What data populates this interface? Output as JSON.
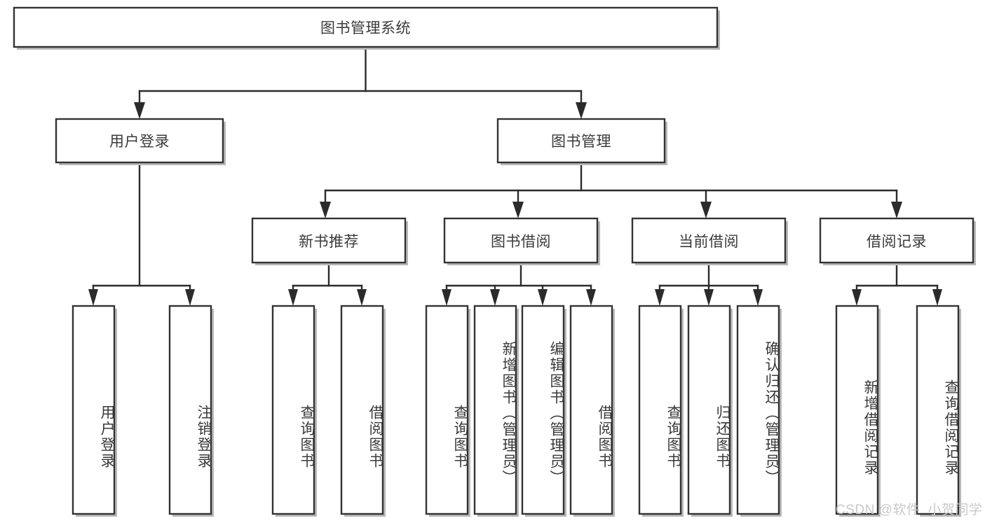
{
  "diagram": {
    "title_node": {
      "label": "图书管理系统"
    },
    "level2": [
      {
        "id": "user-login",
        "label": "用户登录"
      },
      {
        "id": "book-manage",
        "label": "图书管理"
      }
    ],
    "level3": [
      {
        "id": "new-book-recommend",
        "label": "新书推荐"
      },
      {
        "id": "book-borrow",
        "label": "图书借阅"
      },
      {
        "id": "current-borrow",
        "label": "当前借阅"
      },
      {
        "id": "borrow-record",
        "label": "借阅记录"
      }
    ],
    "leaves": [
      {
        "id": "leaf-user-login",
        "label": "用户登录"
      },
      {
        "id": "leaf-logout-login",
        "label": "注销登录"
      },
      {
        "id": "leaf-query-book-1",
        "label": "查询图书"
      },
      {
        "id": "leaf-borrow-book-1",
        "label": "借阅图书"
      },
      {
        "id": "leaf-query-book-2",
        "label": "查询图书"
      },
      {
        "id": "leaf-add-book",
        "label": "新增图书（管理员）"
      },
      {
        "id": "leaf-edit-book",
        "label": "编辑图书（管理员）"
      },
      {
        "id": "leaf-borrow-book-2",
        "label": "借阅图书"
      },
      {
        "id": "leaf-query-book-3",
        "label": "查询图书"
      },
      {
        "id": "leaf-return-book",
        "label": "归还图书"
      },
      {
        "id": "leaf-confirm-return",
        "label": "确认归还（管理员）"
      },
      {
        "id": "leaf-add-record",
        "label": "新增借阅记录"
      },
      {
        "id": "leaf-query-record",
        "label": "查询借阅记录"
      }
    ],
    "watermark": "CSDN @软件_小贺同学",
    "colors": {
      "box_stroke": "#333333",
      "box_fill": "#ffffff",
      "connector": "#2b2b2b",
      "text": "#3a3a3a",
      "watermark": "#c9c9c9",
      "shadow": "#b8b8b8"
    }
  }
}
